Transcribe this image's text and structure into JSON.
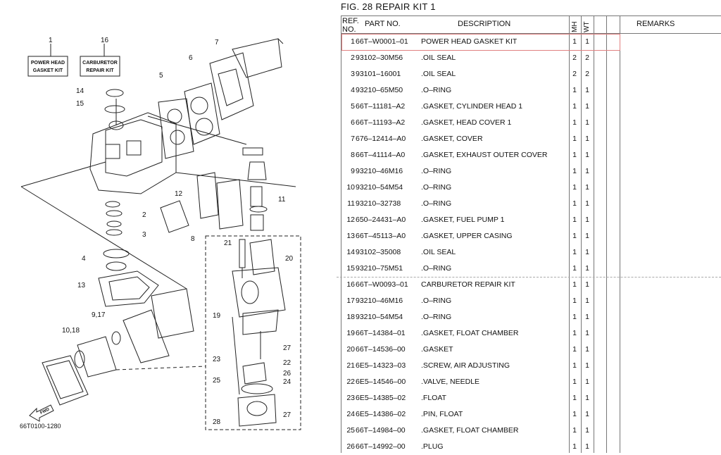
{
  "diagram": {
    "code": "66T0100-1280",
    "fwd": "FWD",
    "kit_labels": [
      {
        "num": "1",
        "line1": "POWER HEAD",
        "line2": "GASKET KIT"
      },
      {
        "num": "16",
        "line1": "CARBURETOR",
        "line2": "REPAIR KIT"
      }
    ],
    "callouts": [
      "14",
      "15",
      "5",
      "6",
      "7",
      "12",
      "11",
      "8",
      "2",
      "3",
      "4",
      "13",
      "9,17",
      "10,18",
      "21",
      "20",
      "19",
      "27",
      "22",
      "26",
      "23",
      "24",
      "25",
      "27",
      "28"
    ]
  },
  "table": {
    "title": "FIG.  28   REPAIR KIT 1",
    "headers": {
      "ref": "REF.",
      "no": "NO.",
      "part": "PART NO.",
      "desc": "DESCRIPTION",
      "mh": "MH",
      "wt": "WT",
      "remarks": "REMARKS"
    },
    "rows": [
      {
        "ref": "1",
        "part": "66T–W0001–01",
        "desc": "POWER HEAD GASKET KIT",
        "mh": "1",
        "wt": "1"
      },
      {
        "ref": "2",
        "part": "93102–30M56",
        "desc": ".OIL SEAL",
        "mh": "2",
        "wt": "2"
      },
      {
        "ref": "3",
        "part": "93101–16001",
        "desc": ".OIL SEAL",
        "mh": "2",
        "wt": "2"
      },
      {
        "ref": "4",
        "part": "93210–65M50",
        "desc": ".O–RING",
        "mh": "1",
        "wt": "1"
      },
      {
        "ref": "5",
        "part": "66T–11181–A2",
        "desc": ".GASKET, CYLINDER HEAD 1",
        "mh": "1",
        "wt": "1"
      },
      {
        "ref": "6",
        "part": "66T–11193–A2",
        "desc": ".GASKET, HEAD COVER 1",
        "mh": "1",
        "wt": "1"
      },
      {
        "ref": "7",
        "part": "676–12414–A0",
        "desc": ".GASKET, COVER",
        "mh": "1",
        "wt": "1"
      },
      {
        "ref": "8",
        "part": "66T–41114–A0",
        "desc": ".GASKET, EXHAUST OUTER COVER",
        "mh": "1",
        "wt": "1"
      },
      {
        "ref": "9",
        "part": "93210–46M16",
        "desc": ".O–RING",
        "mh": "1",
        "wt": "1"
      },
      {
        "ref": "10",
        "part": "93210–54M54",
        "desc": ".O–RING",
        "mh": "1",
        "wt": "1"
      },
      {
        "ref": "11",
        "part": "93210–32738",
        "desc": ".O–RING",
        "mh": "1",
        "wt": "1"
      },
      {
        "ref": "12",
        "part": "650–24431–A0",
        "desc": ".GASKET, FUEL PUMP 1",
        "mh": "1",
        "wt": "1"
      },
      {
        "ref": "13",
        "part": "66T–45113–A0",
        "desc": ".GASKET, UPPER CASING",
        "mh": "1",
        "wt": "1"
      },
      {
        "ref": "14",
        "part": "93102–35008",
        "desc": ".OIL SEAL",
        "mh": "1",
        "wt": "1"
      },
      {
        "ref": "15",
        "part": "93210–75M51",
        "desc": ".O–RING",
        "mh": "1",
        "wt": "1"
      },
      {
        "ref": "16",
        "part": "66T–W0093–01",
        "desc": "CARBURETOR REPAIR KIT",
        "mh": "1",
        "wt": "1"
      },
      {
        "ref": "17",
        "part": "93210–46M16",
        "desc": ".O–RING",
        "mh": "1",
        "wt": "1"
      },
      {
        "ref": "18",
        "part": "93210–54M54",
        "desc": ".O–RING",
        "mh": "1",
        "wt": "1"
      },
      {
        "ref": "19",
        "part": "66T–14384–01",
        "desc": ".GASKET, FLOAT CHAMBER",
        "mh": "1",
        "wt": "1"
      },
      {
        "ref": "20",
        "part": "66T–14536–00",
        "desc": ".GASKET",
        "mh": "1",
        "wt": "1"
      },
      {
        "ref": "21",
        "part": "6E5–14323–03",
        "desc": ".SCREW, AIR ADJUSTING",
        "mh": "1",
        "wt": "1"
      },
      {
        "ref": "22",
        "part": "6E5–14546–00",
        "desc": ".VALVE, NEEDLE",
        "mh": "1",
        "wt": "1"
      },
      {
        "ref": "23",
        "part": "6E5–14385–02",
        "desc": ".FLOAT",
        "mh": "1",
        "wt": "1"
      },
      {
        "ref": "24",
        "part": "6E5–14386–02",
        "desc": ".PIN, FLOAT",
        "mh": "1",
        "wt": "1"
      },
      {
        "ref": "25",
        "part": "66T–14984–00",
        "desc": ".GASKET, FLOAT CHAMBER",
        "mh": "1",
        "wt": "1"
      },
      {
        "ref": "26",
        "part": "66T–14992–00",
        "desc": ".PLUG",
        "mh": "1",
        "wt": "1"
      }
    ]
  }
}
